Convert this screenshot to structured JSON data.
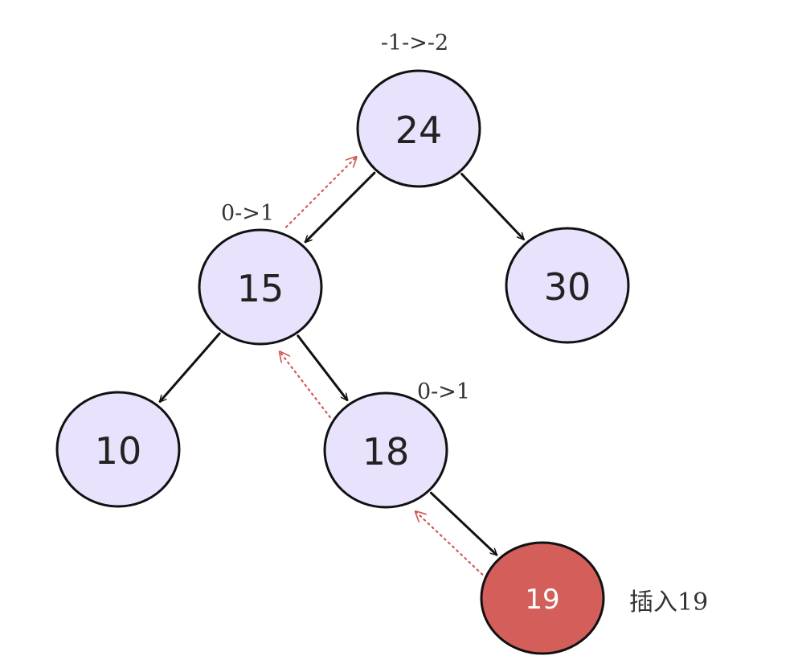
{
  "diagram": {
    "colors": {
      "node_fill": "#e8e2fc",
      "highlight_fill": "#d35e5a",
      "edge": "#111111",
      "backtrack": "#d05a55"
    },
    "nodes": [
      {
        "id": "n24",
        "label": "24",
        "highlight": false
      },
      {
        "id": "n15",
        "label": "15",
        "highlight": false
      },
      {
        "id": "n30",
        "label": "30",
        "highlight": false
      },
      {
        "id": "n10",
        "label": "10",
        "highlight": false
      },
      {
        "id": "n18",
        "label": "18",
        "highlight": false
      },
      {
        "id": "n19",
        "label": "19",
        "highlight": true
      }
    ],
    "edges": [
      {
        "from": "n24",
        "to": "n15"
      },
      {
        "from": "n24",
        "to": "n30"
      },
      {
        "from": "n15",
        "to": "n10"
      },
      {
        "from": "n15",
        "to": "n18"
      },
      {
        "from": "n18",
        "to": "n19"
      }
    ],
    "backtrack_path": [
      {
        "from": "n19",
        "to": "n18"
      },
      {
        "from": "n18",
        "to": "n15"
      },
      {
        "from": "n15",
        "to": "n24"
      }
    ],
    "balance_labels": {
      "n24": "-1->-2",
      "n15": "0->1",
      "n18": "0->1"
    },
    "caption": "插入19"
  }
}
